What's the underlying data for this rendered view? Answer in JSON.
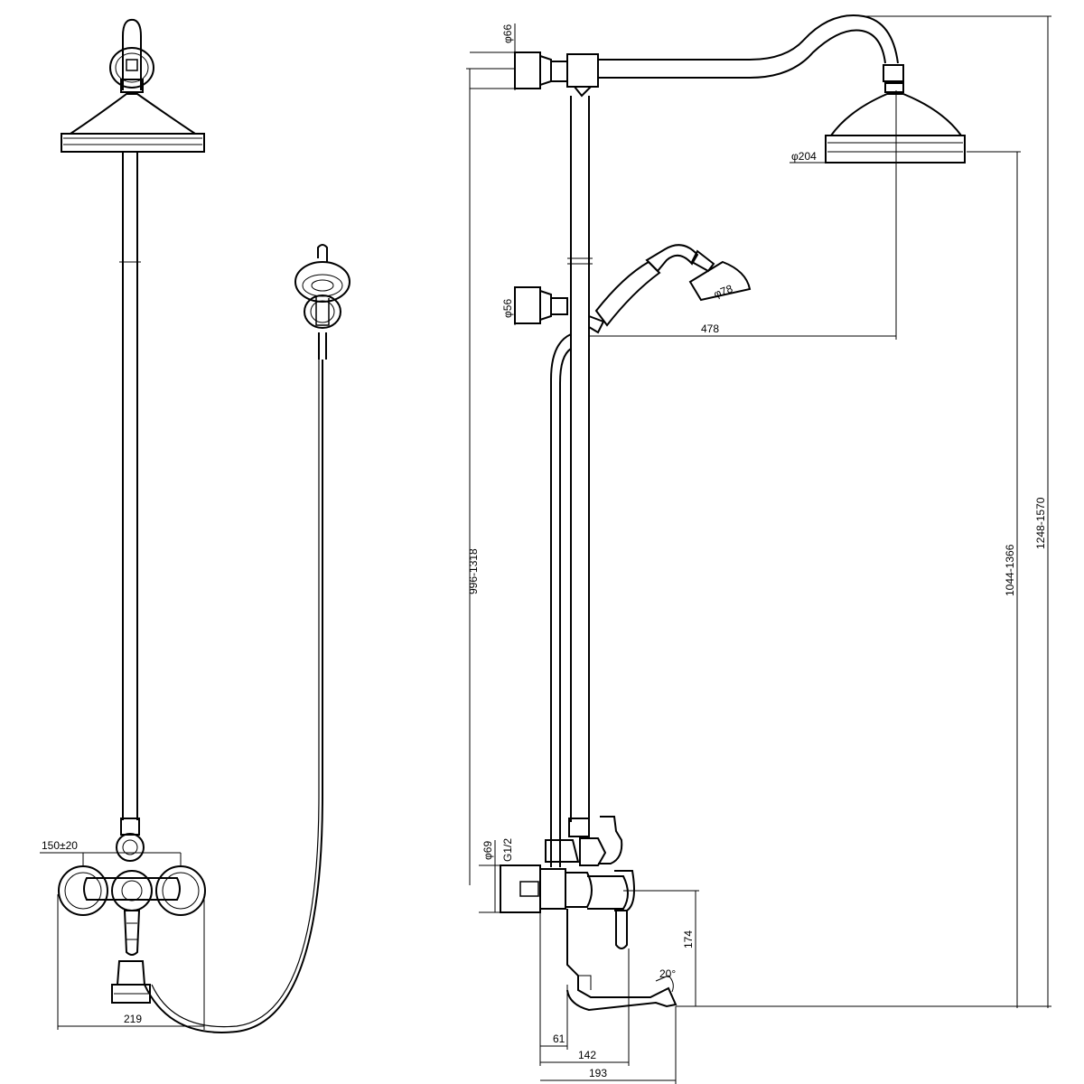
{
  "dimensions": {
    "front_mixer_center_distance": "150±20",
    "front_overall_width": "219",
    "wall_bracket_top_dia": "φ66",
    "wall_bracket_mid_dia": "φ56",
    "overhead_shower_dia": "φ204",
    "hand_shower_dia": "φ78",
    "arm_reach": "478",
    "bracket_height_range": "996-1318",
    "overhead_height_range": "1044-1366",
    "total_height_range": "1248-1570",
    "mixer_flange_dia": "φ69",
    "thread": "G1/2",
    "spout_height": "174",
    "spout_angle": "20°",
    "offset_61": "61",
    "offset_142": "142",
    "spout_projection": "193"
  }
}
